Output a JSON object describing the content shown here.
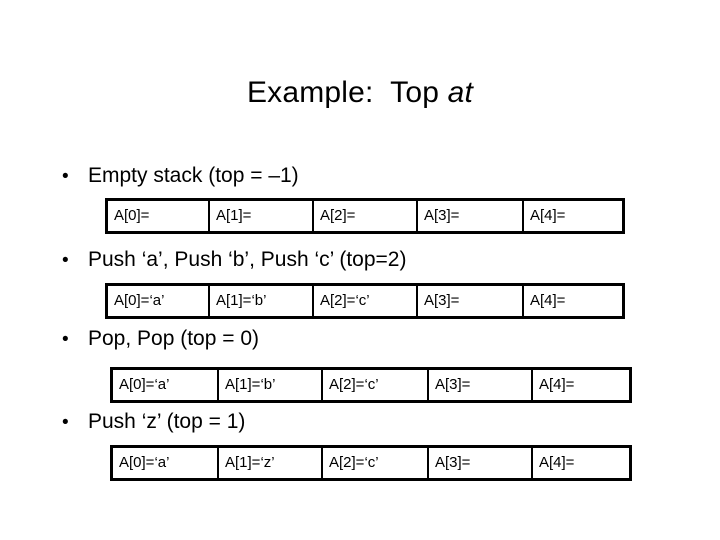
{
  "slide": {
    "title_prefix": "Example:  Top ",
    "title_italic": "at",
    "bullet_marker": "•",
    "bullets": [
      {
        "text": "Empty stack (top = –1)"
      },
      {
        "text": "Push ‘a’, Push ‘b’, Push ‘c’ (top=2)"
      },
      {
        "text": "Pop, Pop (top = 0)"
      },
      {
        "text": "Push ‘z’ (top = 1)"
      }
    ],
    "tables": [
      {
        "name": "empty-stack",
        "cells": [
          "A[0]=",
          "A[1]=",
          "A[2]=",
          "A[3]=",
          "A[4]="
        ]
      },
      {
        "name": "after-three-pushes",
        "cells": [
          "A[0]=‘a’",
          "A[1]=‘b’",
          "A[2]=‘c’",
          "A[3]=",
          "A[4]="
        ]
      },
      {
        "name": "after-two-pops",
        "cells": [
          "A[0]=‘a’",
          "A[1]=‘b’",
          "A[2]=‘c’",
          "A[3]=",
          "A[4]="
        ]
      },
      {
        "name": "after-push-z",
        "cells": [
          "A[0]=‘a’",
          "A[1]=‘z’",
          "A[2]=‘c’",
          "A[3]=",
          "A[4]="
        ]
      }
    ]
  },
  "colors": {
    "background": "#ffffff",
    "text": "#000000",
    "border": "#000000"
  }
}
